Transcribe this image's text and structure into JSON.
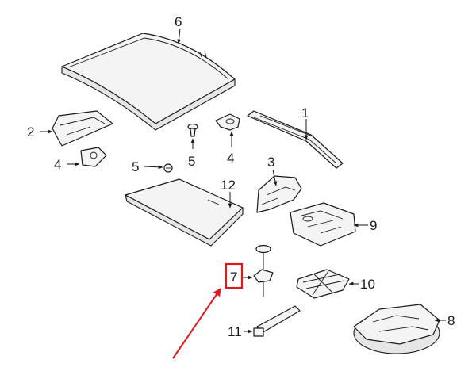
{
  "callouts": {
    "c1": "1",
    "c2": "2",
    "c3": "3",
    "c4a": "4",
    "c4b": "4",
    "c5a": "5",
    "c5b": "5",
    "c6": "6",
    "c7": "7",
    "c8": "8",
    "c9": "9",
    "c10": "10",
    "c11": "11",
    "c12": "12"
  },
  "colors": {
    "line": "#1a1a1a",
    "highlight": "#e3161b",
    "part_fill": "#f4f4f4"
  },
  "highlighted_callout": "7"
}
